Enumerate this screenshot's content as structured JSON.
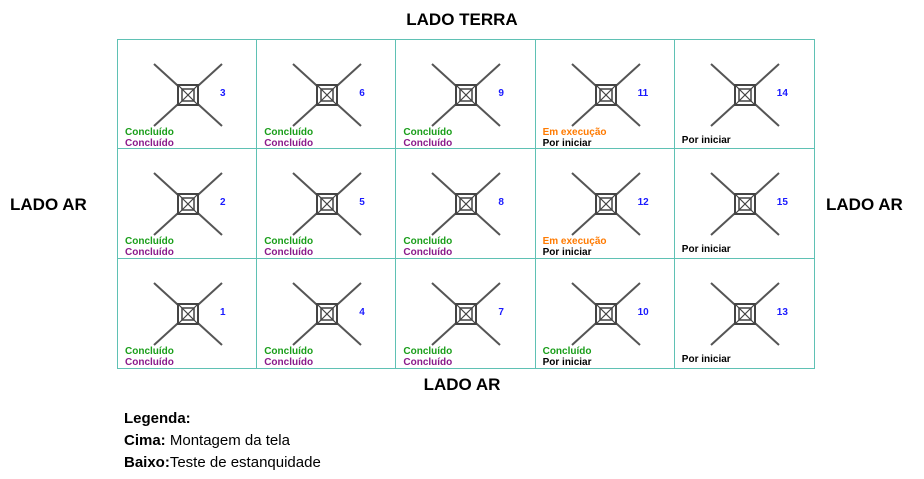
{
  "sides": {
    "top": "LADO TERRA",
    "left": "LADO AR",
    "right": "LADO AR",
    "bottom": "LADO AR"
  },
  "status_colors": {
    "Concluído": "#1a9e1a",
    "Em execução": "#ff7a00",
    "Por iniciar": "#000000",
    "Concluído_bottom": "#8b1a8b"
  },
  "cells": [
    {
      "number": "3",
      "top": "Concluído",
      "bottom": "Concluído"
    },
    {
      "number": "6",
      "top": "Concluído",
      "bottom": "Concluído"
    },
    {
      "number": "9",
      "top": "Concluído",
      "bottom": "Concluído"
    },
    {
      "number": "11",
      "top": "Em execução",
      "bottom": "Por iniciar"
    },
    {
      "number": "14",
      "top": "",
      "bottom": "Por iniciar"
    },
    {
      "number": "2",
      "top": "Concluído",
      "bottom": "Concluído"
    },
    {
      "number": "5",
      "top": "Concluído",
      "bottom": "Concluído"
    },
    {
      "number": "8",
      "top": "Concluído",
      "bottom": "Concluído"
    },
    {
      "number": "12",
      "top": "Em execução",
      "bottom": "Por iniciar"
    },
    {
      "number": "15",
      "top": "",
      "bottom": "Por iniciar"
    },
    {
      "number": "1",
      "top": "Concluído",
      "bottom": "Concluído"
    },
    {
      "number": "4",
      "top": "Concluído",
      "bottom": "Concluído"
    },
    {
      "number": "7",
      "top": "Concluído",
      "bottom": "Concluído"
    },
    {
      "number": "10",
      "top": "Concluído",
      "bottom": "Por iniciar"
    },
    {
      "number": "13",
      "top": "",
      "bottom": "Por iniciar"
    }
  ],
  "legend": {
    "title": "Legenda:",
    "top_key": "Cima:",
    "top_value": "Montagem da tela",
    "bottom_key": "Baixo:",
    "bottom_value": "Teste de estanquidade"
  }
}
